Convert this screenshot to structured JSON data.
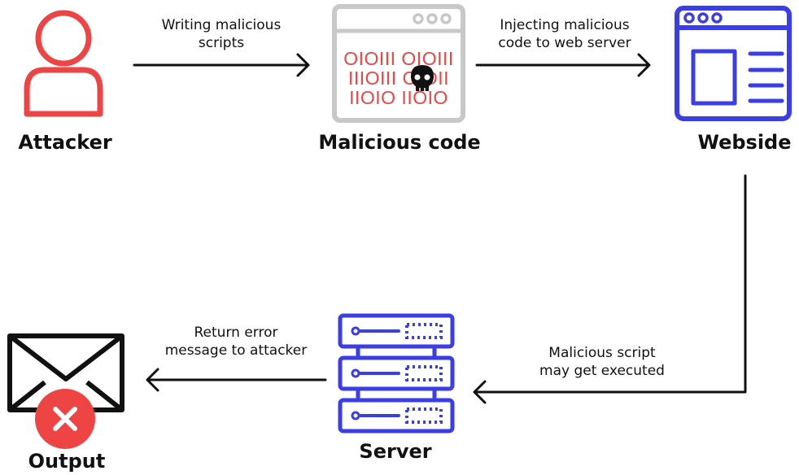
{
  "nodes": {
    "attacker": {
      "label": "Attacker",
      "icon": "attacker-person-icon",
      "color": "#ef4444"
    },
    "malicious_code": {
      "label": "Malicious code",
      "icon": "malicious-code-window-icon",
      "color": "#ef4444",
      "binary_lines": [
        "OIOIII OIOIII",
        "IIIOIII OIOII",
        "IIOIO IIOIO"
      ]
    },
    "webside": {
      "label": "Webside",
      "icon": "website-window-icon",
      "color": "#3b3ee6"
    },
    "server": {
      "label": "Server",
      "icon": "server-rack-icon",
      "color": "#3b3ee6"
    },
    "output": {
      "label": "Output",
      "icon": "envelope-error-icon",
      "color": "#ef4444"
    }
  },
  "edges": {
    "attacker_to_code": {
      "line1": "Writing malicious",
      "line2": "scripts"
    },
    "code_to_webside": {
      "line1": "Injecting malicious",
      "line2": "code to web server"
    },
    "webside_to_server": {
      "line1": "Malicious script",
      "line2": "may get executed"
    },
    "server_to_output": {
      "line1": "Return error",
      "line2": "message to attacker"
    }
  }
}
